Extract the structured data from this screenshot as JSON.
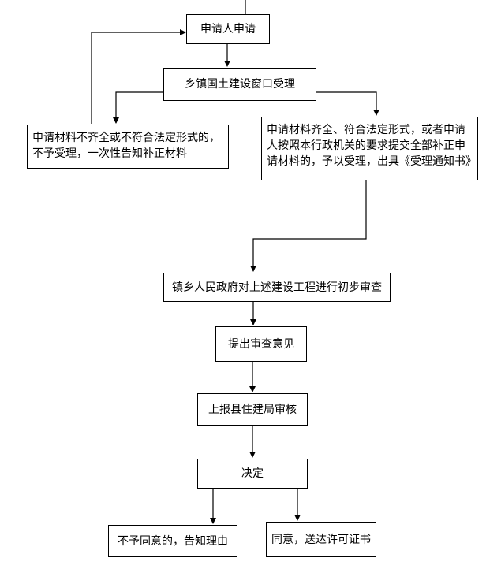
{
  "diagram": {
    "nodes": {
      "apply": "申请人申请",
      "window": "乡镇国土建设窗口受理",
      "reject_incomplete": [
        "申请材料不齐全或不符合法定形式的，",
        "不予受理，一次性告知补正材料"
      ],
      "accept": [
        "申请材料齐全、符合法定形式，或者申请",
        "人按照本行政机关的要求提交全部补正申",
        "请材料的，予以受理，出具《受理通知书》"
      ],
      "preliminary_review": "镇乡人民政府对上述建设工程进行初步审查",
      "opinion": "提出审查意见",
      "county_review": "上报县住建局审核",
      "decision": "决定",
      "disagree": "不予同意的，告知理由",
      "agree": "同意，送达许可证书"
    }
  }
}
